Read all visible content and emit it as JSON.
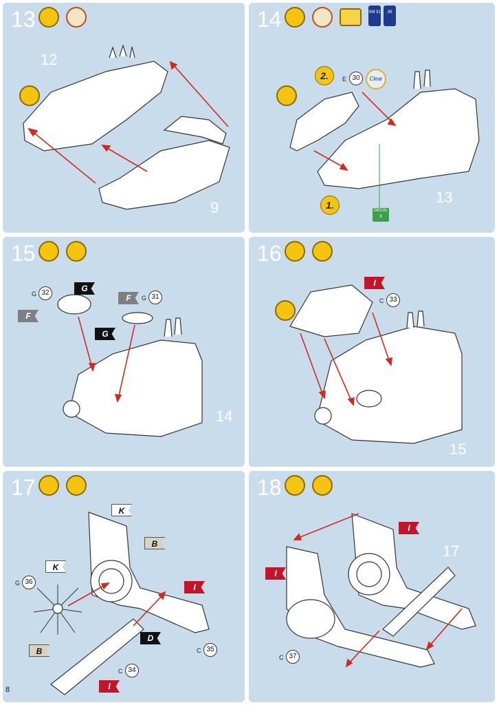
{
  "steps": [
    {
      "number": "13",
      "ref": "12",
      "ref2": "9"
    },
    {
      "number": "14",
      "ref": "13",
      "callout": "30",
      "callout_prefix": "E",
      "clear_label": "Clear",
      "step1": "1.",
      "step2": "2.",
      "decal_label": "DECAL",
      "decal_num": "9",
      "paint1": "SM 31",
      "paint2": "39"
    },
    {
      "number": "15",
      "ref": "14",
      "callouts": [
        {
          "prefix": "G",
          "num": "32"
        },
        {
          "prefix": "G",
          "num": "31"
        }
      ],
      "flags": [
        "G",
        "F",
        "F",
        "G"
      ]
    },
    {
      "number": "16",
      "ref": "15",
      "callout_prefix": "C",
      "callout": "33",
      "flag": "I"
    },
    {
      "number": "17",
      "ref": "",
      "callouts": [
        {
          "prefix": "G",
          "num": "36"
        },
        {
          "prefix": "C",
          "num": "35"
        },
        {
          "prefix": "C",
          "num": "34"
        }
      ],
      "flags": [
        "K",
        "B",
        "K",
        "B",
        "I",
        "D",
        "I"
      ]
    },
    {
      "number": "18",
      "ref": "17",
      "callout_prefix": "C",
      "callout": "37",
      "flags": [
        "I",
        "I"
      ]
    }
  ],
  "page_number": "8",
  "colors": {
    "panel": "#c9dcec",
    "arrow": "#d22a1c",
    "icon_yellow": "#f4c40f"
  }
}
